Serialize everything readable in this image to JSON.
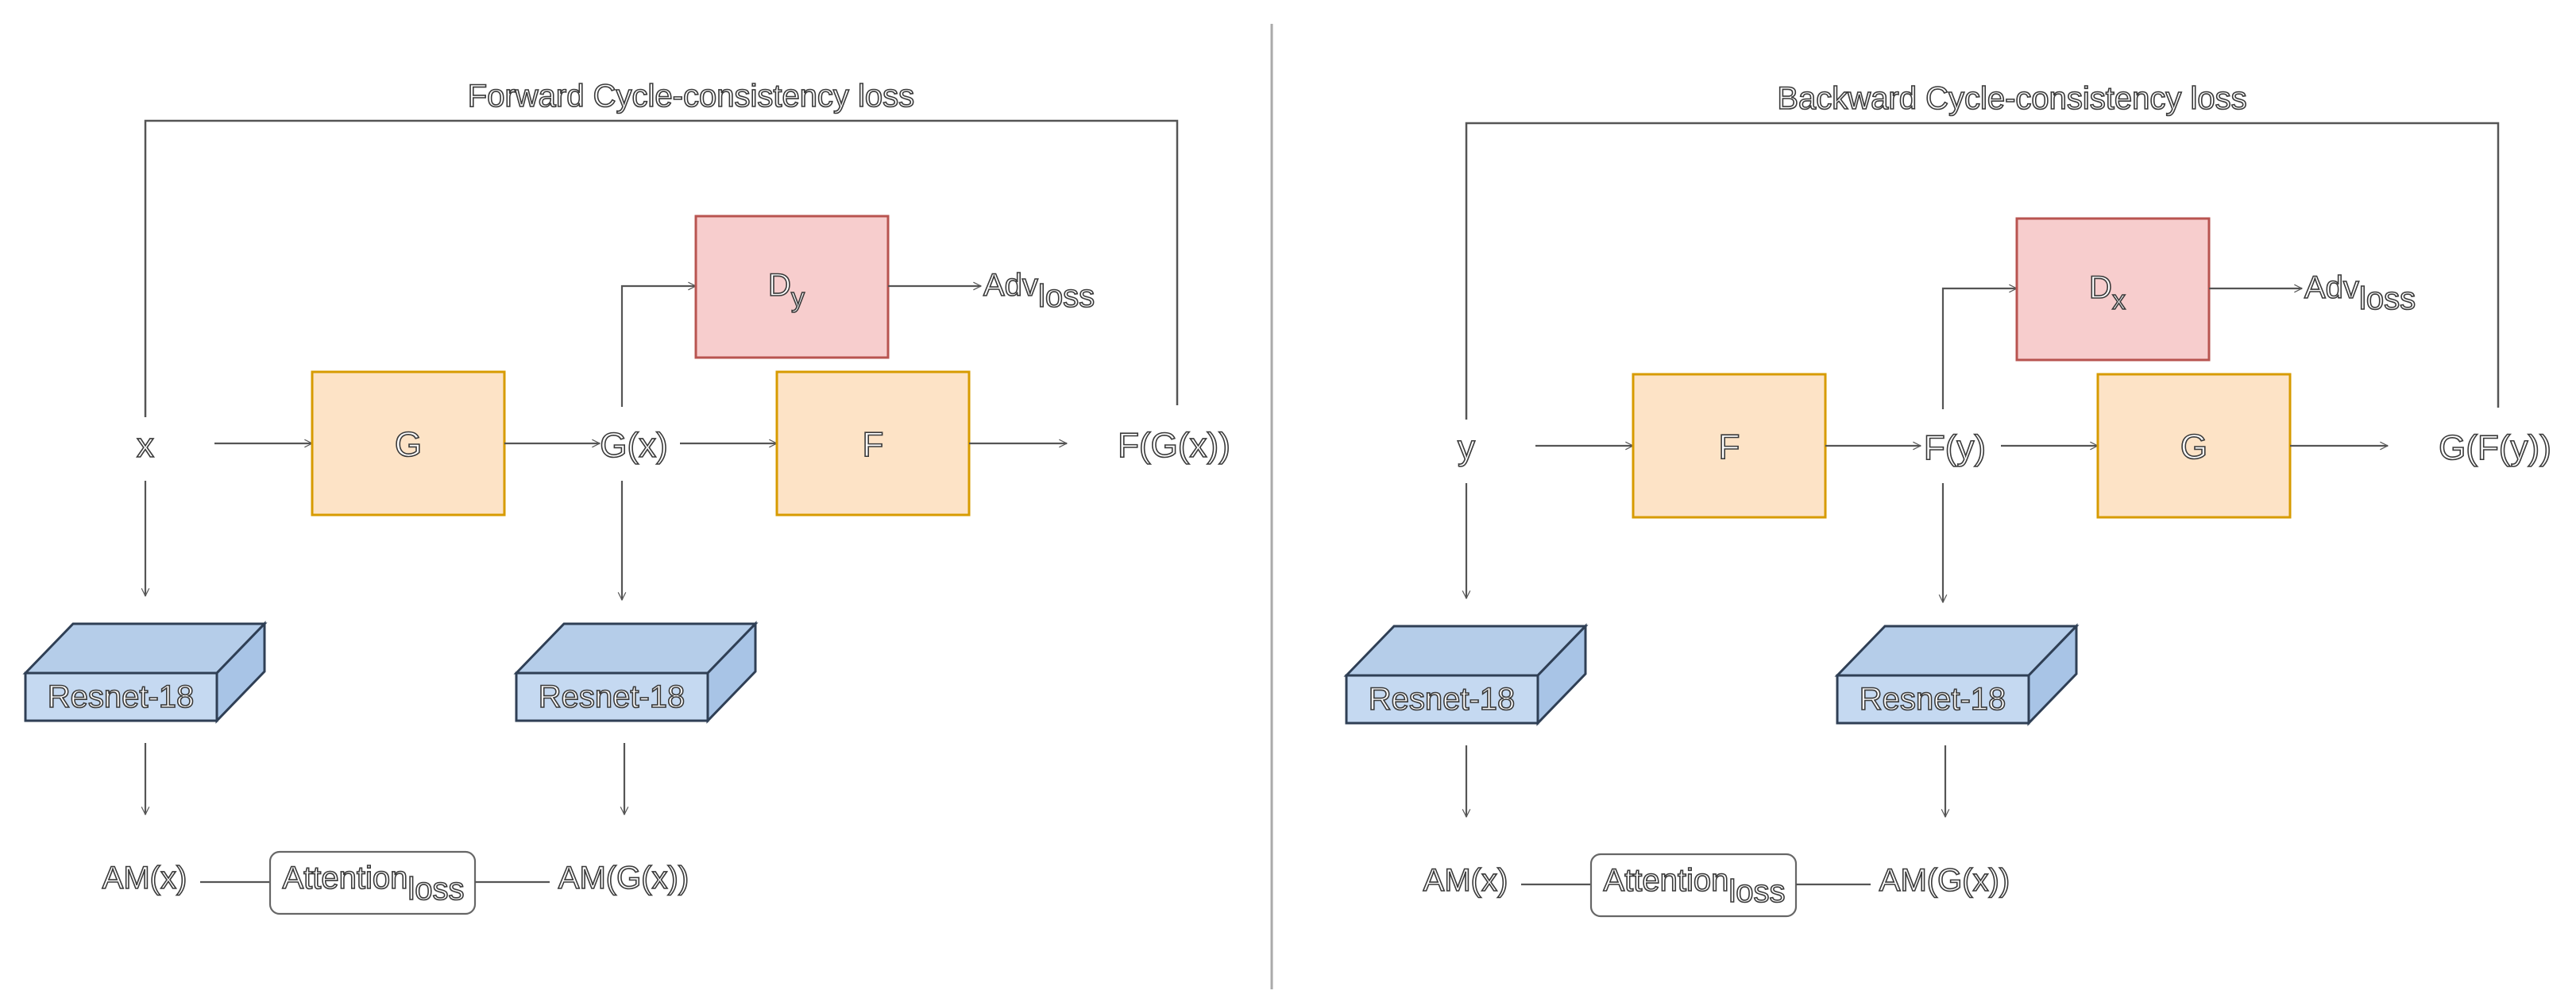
{
  "colors": {
    "generator_fill": "#fde3c6",
    "generator_stroke": "#d79b00",
    "discriminator_fill": "#f7cdcd",
    "discriminator_stroke": "#b85450",
    "resnet_front": "#c5d9f1",
    "resnet_top": "#b5cde9",
    "resnet_side": "#a8c4e6",
    "resnet_stroke": "#2f3f55",
    "line": "#555555",
    "divider": "#aaaaaa"
  },
  "forward": {
    "title": "Forward Cycle-consistency loss",
    "input": "x",
    "generator1": "G",
    "mid_output": "G(x)",
    "generator2": "F",
    "cycle_output": "F(G(x))",
    "discriminator_main": "D",
    "discriminator_sub": "y",
    "adv_main": "Adv",
    "adv_sub": "loss",
    "resnet_left": "Resnet-18",
    "resnet_right": "Resnet-18",
    "am_left": "AM(x)",
    "am_right": "AM(G(x))",
    "attention_main": "Attention",
    "attention_sub": "loss"
  },
  "backward": {
    "title": "Backward Cycle-consistency loss",
    "input": "y",
    "generator1": "F",
    "mid_output": "F(y)",
    "generator2": "G",
    "cycle_output": "G(F(y))",
    "discriminator_main": "D",
    "discriminator_sub": "x",
    "adv_main": "Adv",
    "adv_sub": "loss",
    "resnet_left": "Resnet-18",
    "resnet_right": "Resnet-18",
    "am_left": "AM(x)",
    "am_right": "AM(G(x))",
    "attention_main": "Attention",
    "attention_sub": "loss"
  }
}
